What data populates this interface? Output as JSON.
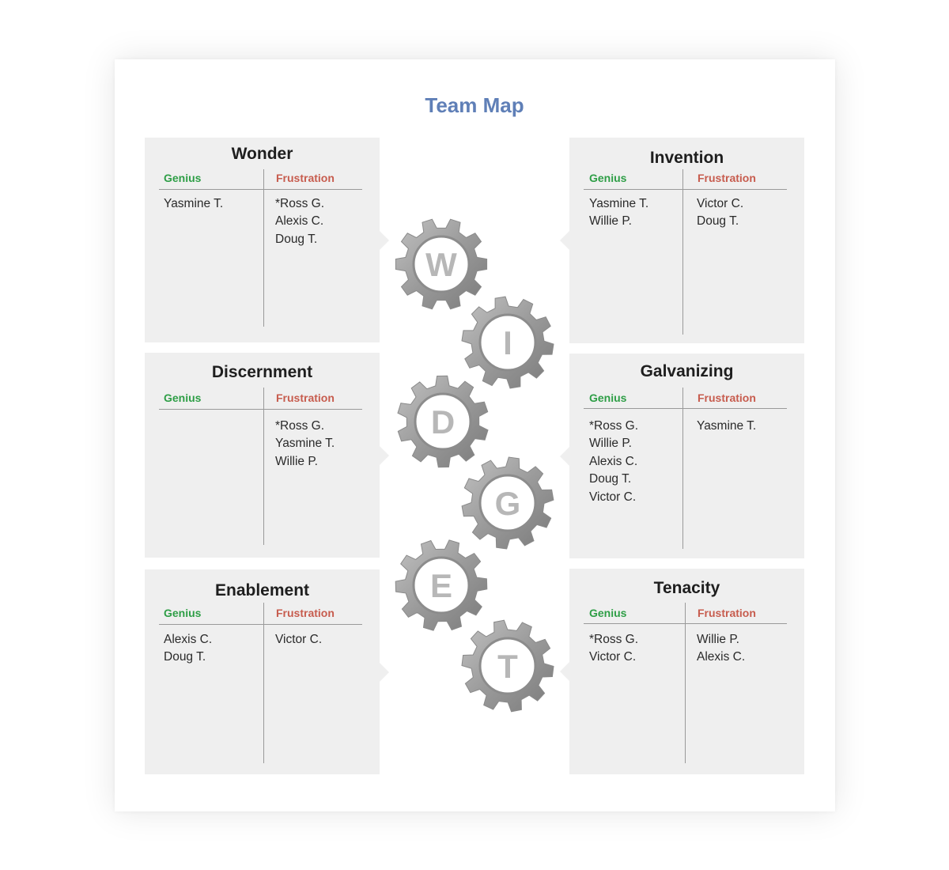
{
  "title": "Team Map",
  "colors": {
    "title": "#5f7fb7",
    "genius": "#2e9e46",
    "frustration": "#c75c4e",
    "panel": "#efefef"
  },
  "headers": {
    "genius": "Genius",
    "frustration": "Frustration"
  },
  "panels": [
    {
      "name": "Wonder",
      "genius": [
        "Yasmine T."
      ],
      "frustration": [
        "*Ross G.",
        "Alexis C.",
        "Doug T."
      ]
    },
    {
      "name": "Invention",
      "genius": [
        "Yasmine T.",
        "Willie P."
      ],
      "frustration": [
        "Victor C.",
        "Doug T."
      ]
    },
    {
      "name": "Discernment",
      "genius": [],
      "frustration": [
        "*Ross G.",
        "Yasmine T.",
        "Willie P."
      ]
    },
    {
      "name": "Galvanizing",
      "genius": [
        "*Ross G.",
        "Willie P.",
        "Alexis C.",
        "Doug T.",
        "Victor C."
      ],
      "frustration": [
        "Yasmine T."
      ]
    },
    {
      "name": "Enablement",
      "genius": [
        "Alexis C.",
        "Doug T."
      ],
      "frustration": [
        "Victor C."
      ]
    },
    {
      "name": "Tenacity",
      "genius": [
        "*Ross G.",
        "Victor C."
      ],
      "frustration": [
        "Willie P.",
        "Alexis C."
      ]
    }
  ],
  "gears": [
    "W",
    "I",
    "D",
    "G",
    "E",
    "T"
  ]
}
